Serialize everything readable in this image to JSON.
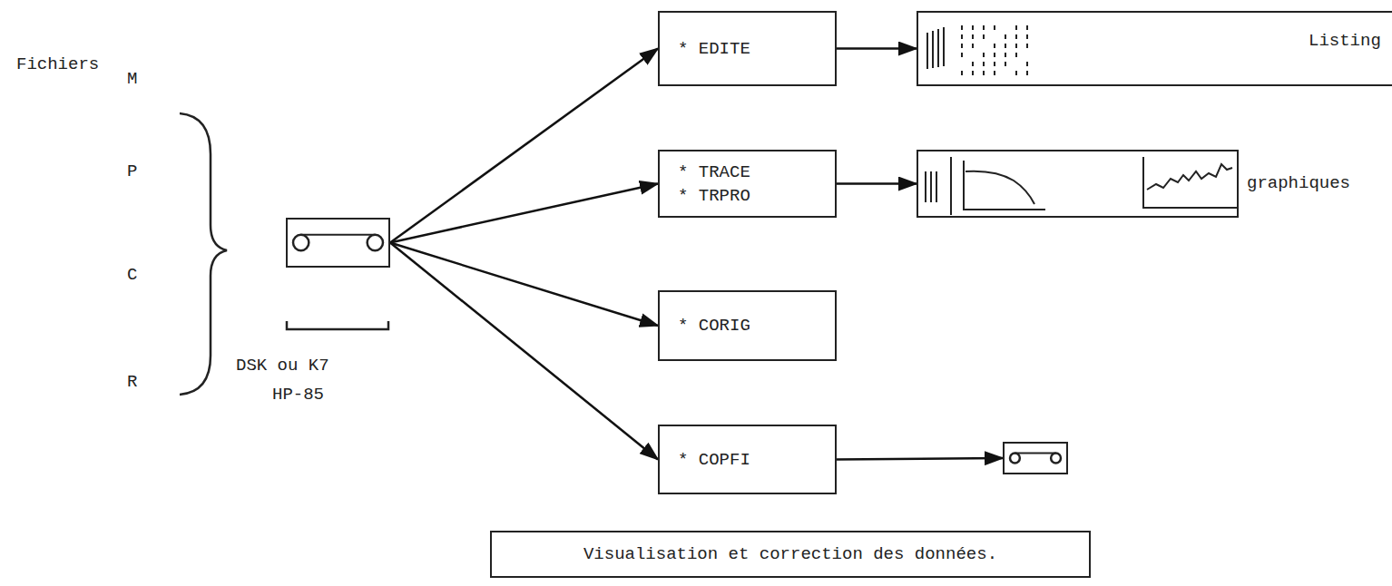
{
  "diagram": {
    "nodes": [
      {
        "text": [
          "DSK ou K7",
          "HP-85"
        ]
      },
      {
        "text": [
          "* EDITE"
        ]
      },
      {
        "text": [
          "* TRACE",
          "* TRPRO"
        ]
      },
      {
        "text": [
          "* CORIG"
        ]
      },
      {
        "text": [
          "* COPFI"
        ]
      },
      {
        "text": [
          "Listing"
        ]
      },
      {
        "text": [
          "graphiques"
        ]
      },
      {
        "text": []
      },
      {
        "text": [
          "Visualisation et correction des données."
        ]
      }
    ],
    "edges": [
      {
        "from": 0,
        "to": 1,
        "arrow": "to"
      },
      {
        "from": 0,
        "to": 2,
        "arrow": "to"
      },
      {
        "from": 0,
        "to": 3,
        "arrow": "to"
      },
      {
        "from": 0,
        "to": 4,
        "arrow": "to"
      },
      {
        "from": 1,
        "to": 5,
        "arrow": "to"
      },
      {
        "from": 2,
        "to": 6,
        "arrow": "to"
      },
      {
        "from": 4,
        "to": 7,
        "arrow": "to"
      }
    ],
    "labels": [
      "Fichiers",
      "M",
      "P",
      "C",
      "R"
    ]
  }
}
